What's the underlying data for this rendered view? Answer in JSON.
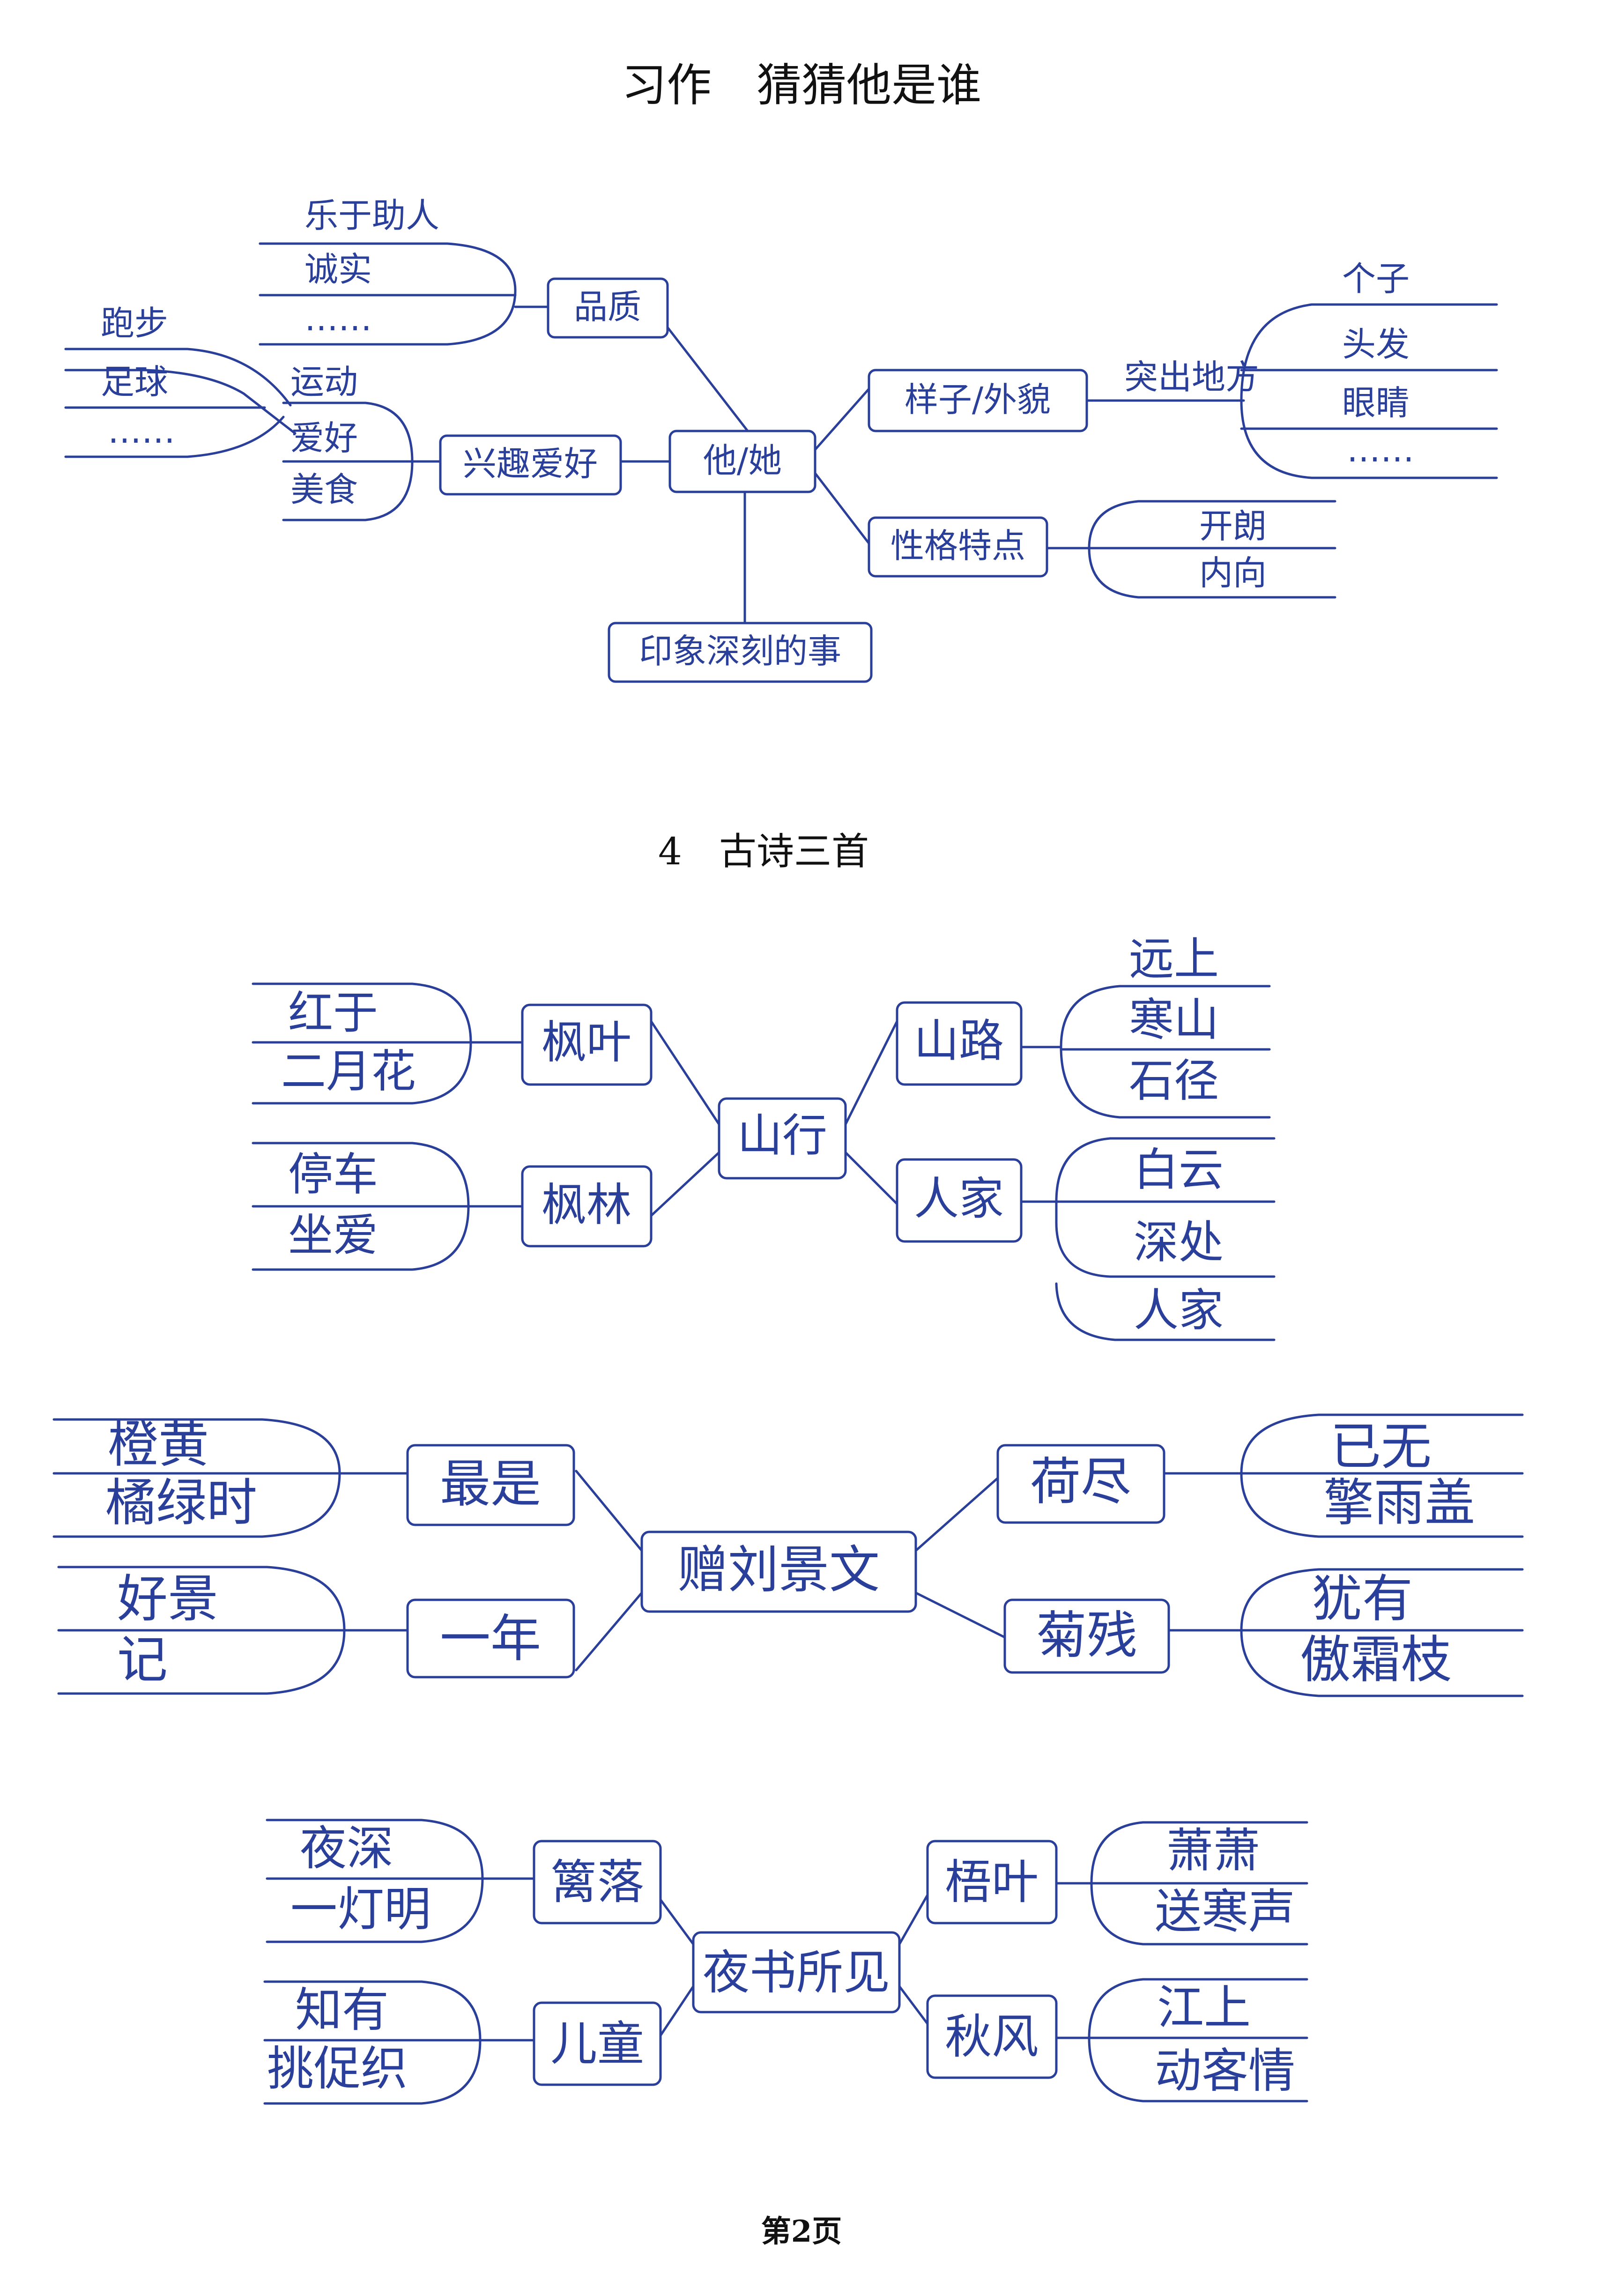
{
  "sections": {
    "essay": {
      "title": "习作　猜猜他是谁",
      "center": "他/她",
      "quality": {
        "label": "品质",
        "items": [
          "乐于助人",
          "诚实",
          "……"
        ]
      },
      "hobby": {
        "label": "兴趣爱好",
        "sub": [
          "运动",
          "爱好",
          "美食"
        ],
        "items": [
          "跑步",
          "足球",
          "……"
        ]
      },
      "look": {
        "label": "样子/外貌",
        "sub": "突出地方",
        "items": [
          "个子",
          "头发",
          "眼睛",
          "……"
        ]
      },
      "trait": {
        "label": "性格特点",
        "items": [
          "开朗",
          "内向"
        ]
      },
      "event": {
        "label": "印象深刻的事"
      }
    },
    "poems": {
      "heading_num": "4",
      "heading": "古诗三首",
      "p1": {
        "center": "山行",
        "b1": {
          "label": "枫叶",
          "items": [
            "红于",
            "二月花"
          ]
        },
        "b2": {
          "label": "枫林",
          "items": [
            "停车",
            "坐爱"
          ]
        },
        "b3": {
          "label": "山路",
          "items": [
            "远上",
            "寒山",
            "石径"
          ]
        },
        "b4": {
          "label": "人家",
          "items": [
            "白云",
            "深处",
            "人家"
          ]
        }
      },
      "p2": {
        "center": "赠刘景文",
        "b1": {
          "label": "最是",
          "items": [
            "橙黄",
            "橘绿时"
          ]
        },
        "b2": {
          "label": "一年",
          "items": [
            "好景",
            "记"
          ]
        },
        "b3": {
          "label": "荷尽",
          "items": [
            "已无",
            "擎雨盖"
          ]
        },
        "b4": {
          "label": "菊残",
          "items": [
            "犹有",
            "傲霜枝"
          ]
        }
      },
      "p3": {
        "center": "夜书所见",
        "b1": {
          "label": "篱落",
          "items": [
            "夜深",
            "一灯明"
          ]
        },
        "b2": {
          "label": "儿童",
          "items": [
            "知有",
            "挑促织"
          ]
        },
        "b3": {
          "label": "梧叶",
          "items": [
            "萧萧",
            "送寒声"
          ]
        },
        "b4": {
          "label": "秋风",
          "items": [
            "江上",
            "动客情"
          ]
        }
      }
    }
  },
  "footer": {
    "page": "第2页"
  },
  "colors": {
    "ink": "#2a3f99",
    "text": "#111111"
  }
}
